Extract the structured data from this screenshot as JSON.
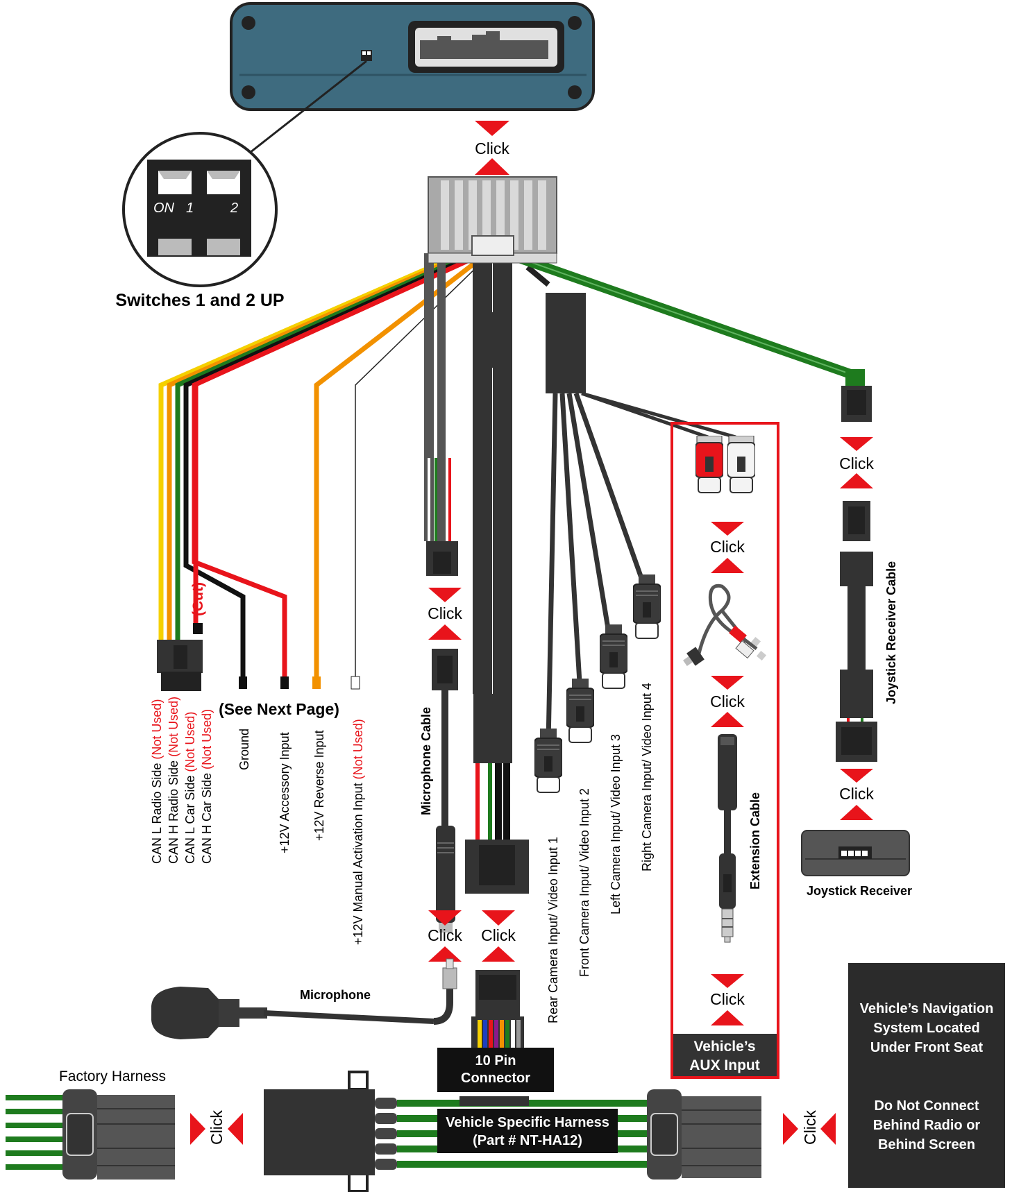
{
  "dip": {
    "on_label": "ON",
    "num1": "1",
    "num2": "2",
    "caption": "Switches 1 and 2 UP"
  },
  "click": "Click",
  "cut": "(Cut)",
  "see_next_page": "(See Next Page)",
  "wire_labels": [
    {
      "main": "CAN L Radio Side",
      "note": "(Not Used)"
    },
    {
      "main": "CAN H Radio Side",
      "note": "(Not Used)"
    },
    {
      "main": "CAN L Car Side",
      "note": "(Not Used)"
    },
    {
      "main": "CAN H Car Side",
      "note": "(Not Used)"
    },
    {
      "main": "Ground",
      "note": ""
    },
    {
      "main": "+12V Accessory Input",
      "note": ""
    },
    {
      "main": "+12V Reverse Input",
      "note": ""
    },
    {
      "main": "+12V Manual Activation Input",
      "note": "(Not Used)"
    }
  ],
  "camera_labels": [
    "Rear Camera Input/ Video Input 1",
    "Front Camera Input/ Video Input 2",
    "Left Camera Input/ Video Input 3",
    "Right Camera Input/ Video Input 4"
  ],
  "microphone_cable": "Microphone Cable",
  "microphone": "Microphone",
  "extension_cable": "Extension Cable",
  "aux_input": {
    "line1": "Vehicle’s",
    "line2": "AUX Input"
  },
  "joystick_cable": "Joystick Receiver Cable",
  "joystick_receiver": "Joystick Receiver",
  "ten_pin": {
    "line1": "10 Pin",
    "line2": "Connector"
  },
  "factory_harness": "Factory Harness",
  "harness": {
    "line1": "Vehicle Specific Harness",
    "line2": "(Part # NT-HA12)"
  },
  "notice": {
    "lines1": [
      "Vehicle’s Navigation",
      "System Located",
      "Under Front Seat"
    ],
    "lines2": [
      "Do Not Connect",
      "Behind Radio or",
      "Behind Screen"
    ]
  },
  "colors": {
    "red_accent": "#e8141b",
    "module_blue": "#3e6b7f",
    "dark_connector": "#333333",
    "wire_yellow": "#f5d000",
    "wire_orange": "#f29100",
    "wire_green": "#1e7b1e",
    "notice_bg": "#2b2b2b"
  }
}
